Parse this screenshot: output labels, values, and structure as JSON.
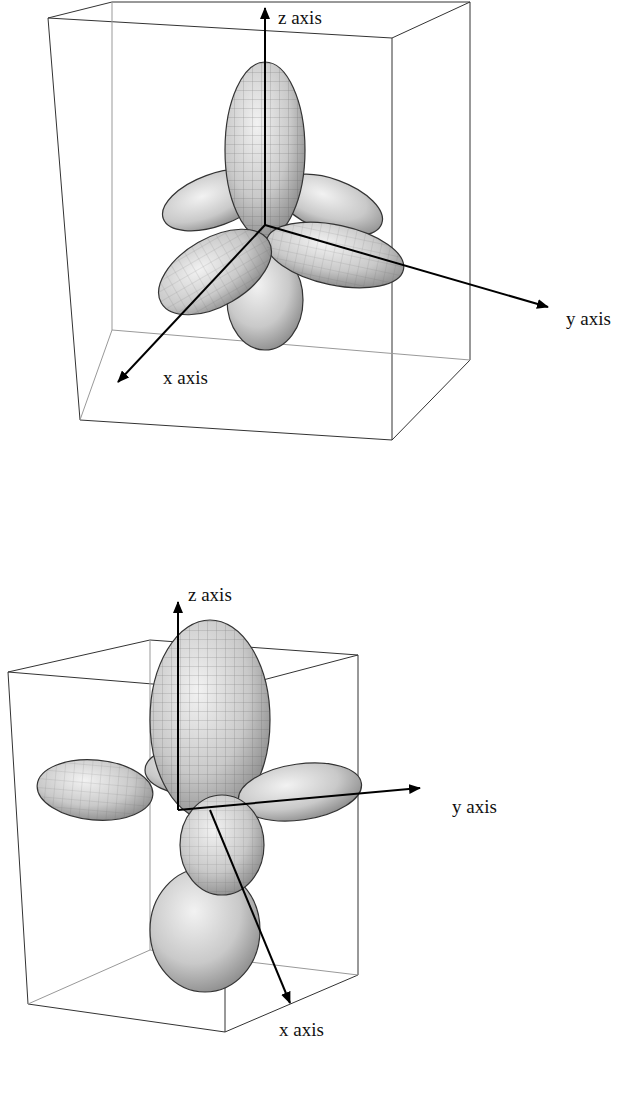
{
  "diagram": {
    "labels": [
      "z axis",
      "y axis",
      "x axis",
      "z axis",
      "y axis",
      "x axis"
    ]
  }
}
